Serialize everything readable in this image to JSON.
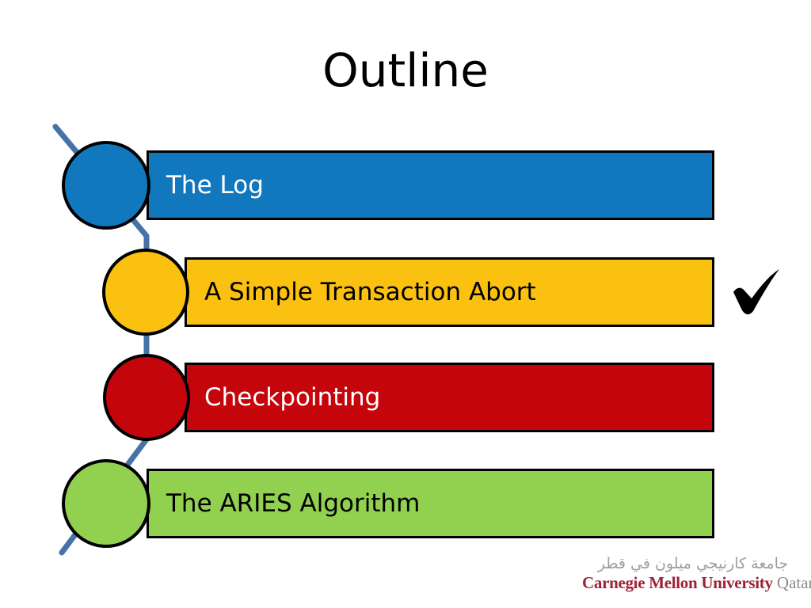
{
  "slide": {
    "title": "Outline",
    "background_color": "#FFFFFF",
    "connector_color": "#4573A7",
    "outline_color": "#000000"
  },
  "items": [
    {
      "label": "The Log",
      "color": "#1278BE",
      "text_color": "#FFFFFF",
      "marker_icon": "filled-circle-icon",
      "checked": false
    },
    {
      "label": "A Simple Transaction Abort",
      "color": "#FBC110",
      "text_color": "#000000",
      "marker_icon": "filled-circle-icon",
      "checked": true
    },
    {
      "label": "Checkpointing",
      "color": "#C5050C",
      "text_color": "#FFFFFF",
      "marker_icon": "filled-circle-icon",
      "checked": false
    },
    {
      "label": "The ARIES Algorithm",
      "color": "#92D050",
      "text_color": "#000000",
      "marker_icon": "filled-circle-icon",
      "checked": false
    }
  ],
  "checkmark": {
    "icon": "check-icon",
    "color": "#000000"
  },
  "logo": {
    "arabic": "جامعة كارنيجي ميلون في قطر",
    "university": "Carnegie Mellon University",
    "campus": "Qatar",
    "university_color": "#9D2235",
    "campus_color": "#8C8C8C"
  }
}
